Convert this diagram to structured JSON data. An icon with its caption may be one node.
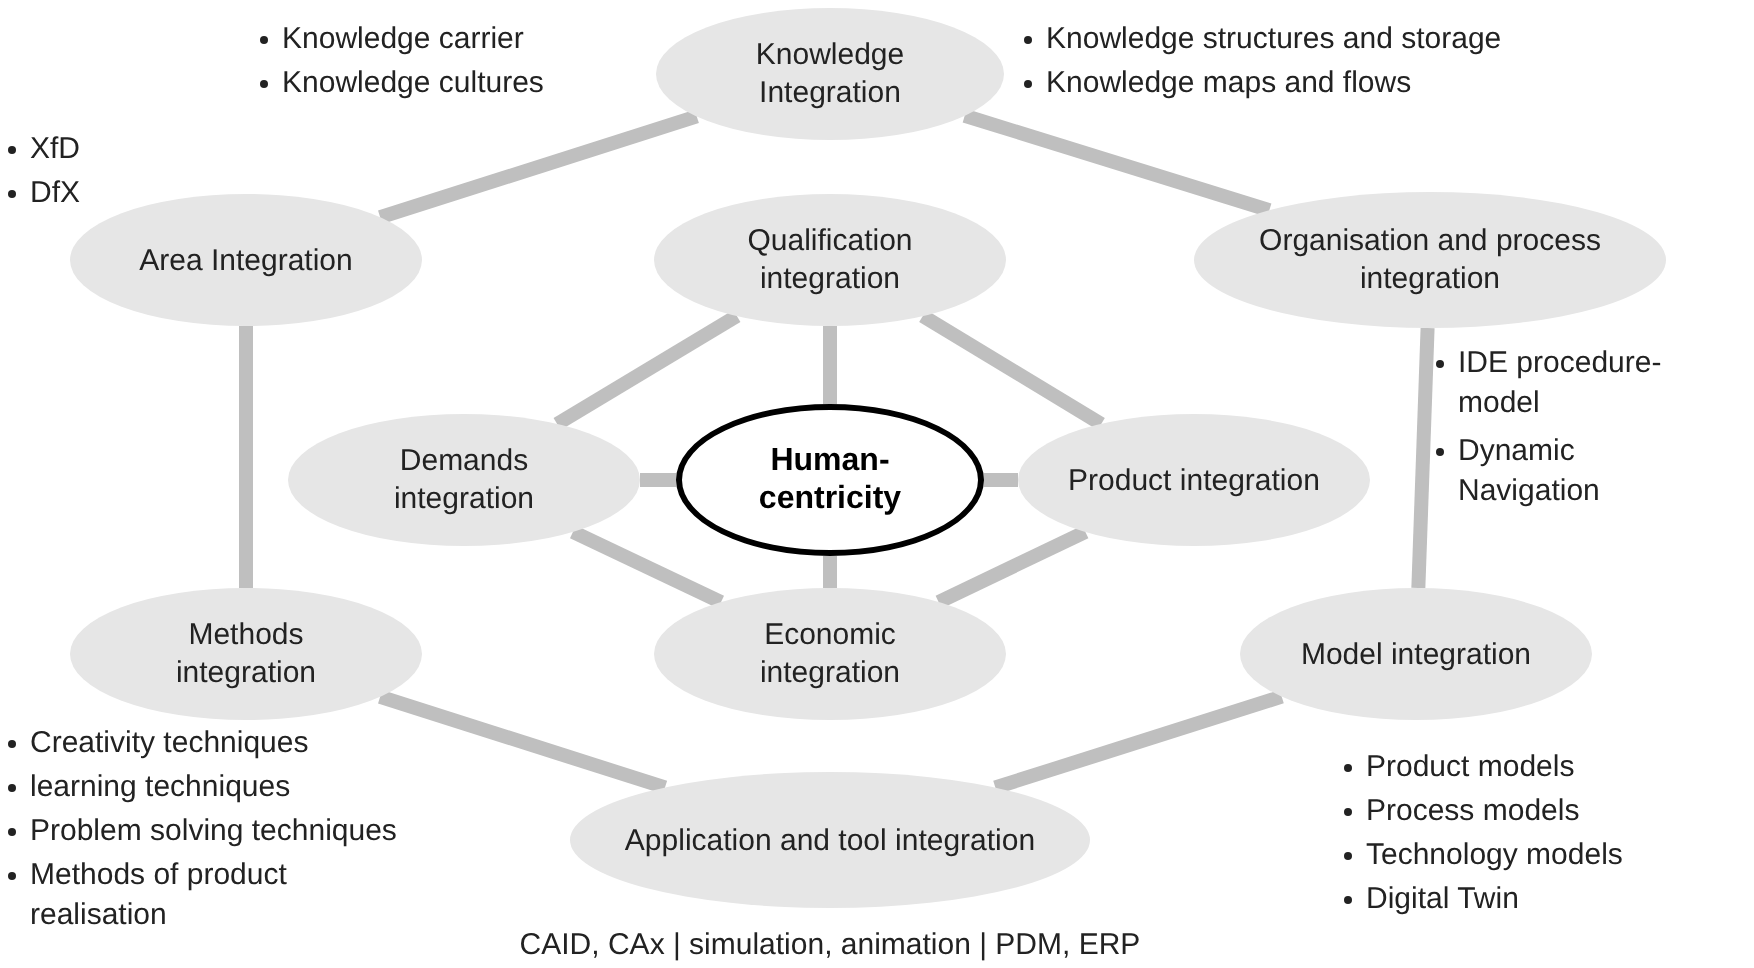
{
  "diagram": {
    "nodes": [
      {
        "text": [
          "Knowledge Integration"
        ],
        "beside": [
          "Knowledge carrier",
          "Knowledge cultures",
          "Knowledge structures and storage",
          "Knowledge maps and flows"
        ]
      },
      {
        "text": [
          "Area Integration"
        ],
        "beside": [
          "XfD",
          "DfX"
        ]
      },
      {
        "text": [
          "Qualification integration"
        ]
      },
      {
        "text": [
          "Organisation and process integration"
        ],
        "beside": [
          "IDE procedure-model",
          "Dynamic Navigation"
        ]
      },
      {
        "text": [
          "Demands integration"
        ]
      },
      {
        "text": [
          "Human-centricity"
        ]
      },
      {
        "text": [
          "Product integration"
        ]
      },
      {
        "text": [
          "Methods integration"
        ],
        "beside": [
          "Creativity techniques",
          "learning techniques",
          "Problem solving techniques",
          "Methods of product realisation"
        ]
      },
      {
        "text": [
          "Economic integration"
        ]
      },
      {
        "text": [
          "Model integration"
        ],
        "beside": [
          "Product models",
          "Process models",
          "Technology models",
          "Digital Twin"
        ]
      },
      {
        "text": [
          "Application and tool integration"
        ]
      }
    ],
    "edges": [
      {
        "from": 0,
        "to": 1,
        "arrow": "none"
      },
      {
        "from": 0,
        "to": 3,
        "arrow": "none"
      },
      {
        "from": 1,
        "to": 7,
        "arrow": "none"
      },
      {
        "from": 3,
        "to": 9,
        "arrow": "none"
      },
      {
        "from": 7,
        "to": 10,
        "arrow": "none"
      },
      {
        "from": 9,
        "to": 10,
        "arrow": "none"
      },
      {
        "from": 2,
        "to": 5,
        "arrow": "none"
      },
      {
        "from": 4,
        "to": 5,
        "arrow": "none"
      },
      {
        "from": 5,
        "to": 6,
        "arrow": "none"
      },
      {
        "from": 5,
        "to": 8,
        "arrow": "none"
      },
      {
        "from": 2,
        "to": 4,
        "arrow": "none"
      },
      {
        "from": 2,
        "to": 6,
        "arrow": "none"
      },
      {
        "from": 4,
        "to": 8,
        "arrow": "none"
      },
      {
        "from": 6,
        "to": 8,
        "arrow": "none"
      }
    ],
    "labels": [
      "CAID, CAx | simulation, animation | PDM, ERP"
    ]
  }
}
